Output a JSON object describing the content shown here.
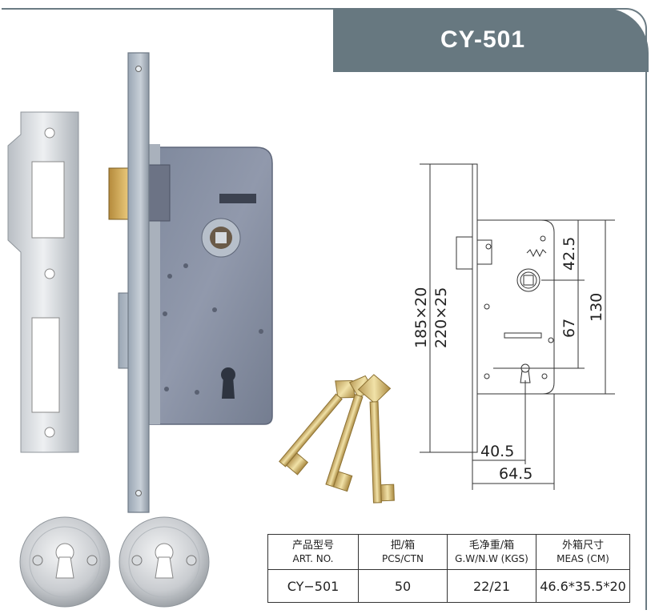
{
  "header": {
    "model": "CY-501"
  },
  "dimensions": {
    "outer": "185×20",
    "outer2": "220×25",
    "d_42_5": "42.5",
    "d_130": "130",
    "d_67": "67",
    "d_40_5": "40.5",
    "d_64_5": "64.5"
  },
  "table": {
    "columns": [
      {
        "zh": "产品型号",
        "en": "ART. NO."
      },
      {
        "zh": "把/箱",
        "en": "PCS/CTN"
      },
      {
        "zh": "毛净重/箱",
        "en": "G.W/N.W (KGS)"
      },
      {
        "zh": "外箱尺寸",
        "en": "MEAS (CM)"
      }
    ],
    "row": [
      "CY−501",
      "50",
      "22/21",
      "46.6*35.5*20"
    ]
  },
  "colors": {
    "banner": "#677880",
    "steel": "#8892a6"
  }
}
